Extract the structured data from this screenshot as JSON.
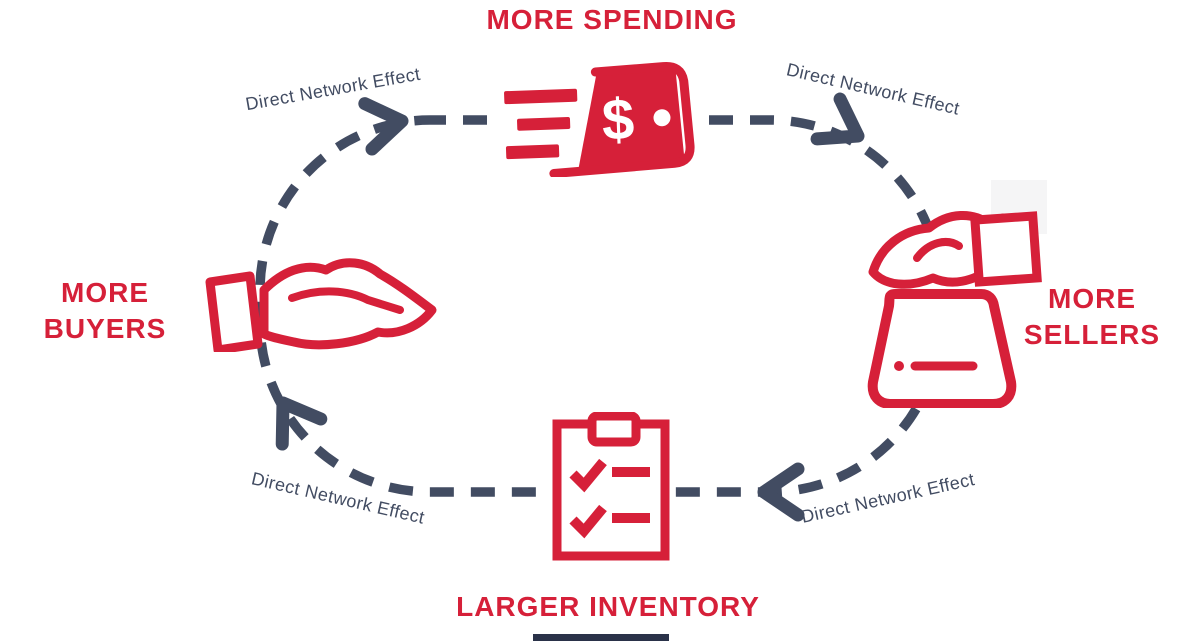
{
  "diagram": {
    "type": "cycle",
    "flow_direction": "clockwise",
    "colors": {
      "accent_red": "#D62039",
      "line_slate": "#424C62",
      "background": "#FFFFFF",
      "bottom_bar": "#2A3249"
    },
    "nodes": [
      {
        "id": "more-spending",
        "label": "MORE SPENDING",
        "position": "top",
        "icon": "money-bill-speed-icon"
      },
      {
        "id": "more-sellers",
        "label": "MORE SELLERS",
        "position": "right",
        "icon": "hand-holding-bag-icon"
      },
      {
        "id": "larger-inventory",
        "label": "LARGER INVENTORY",
        "position": "bottom",
        "icon": "checklist-clipboard-icon"
      },
      {
        "id": "more-buyers",
        "label": "MORE BUYERS",
        "position": "left",
        "icon": "open-hand-icon"
      }
    ],
    "edges": [
      {
        "from": "more-buyers",
        "to": "more-spending",
        "label": "Direct Network Effect",
        "position": "top-left"
      },
      {
        "from": "more-spending",
        "to": "more-sellers",
        "label": "Direct Network Effect",
        "position": "top-right"
      },
      {
        "from": "more-sellers",
        "to": "larger-inventory",
        "label": "Direct Network Effect",
        "position": "bottom-right"
      },
      {
        "from": "larger-inventory",
        "to": "more-buyers",
        "label": "Direct Network Effect",
        "position": "bottom-left"
      }
    ],
    "money_symbol": "$"
  }
}
